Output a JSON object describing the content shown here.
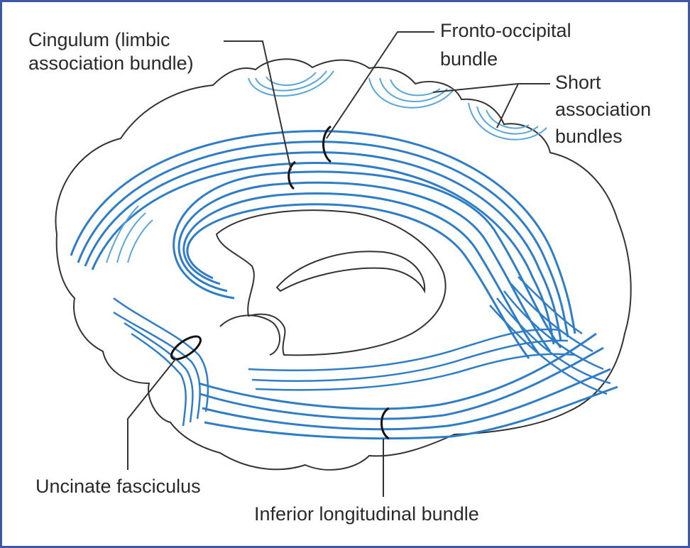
{
  "labels": {
    "cingulum_line1": "Cingulum (limbic",
    "cingulum_line2": "association bundle)",
    "fronto_line1": "Fronto-occipital",
    "fronto_line2": "bundle",
    "short_line1": "Short",
    "short_line2": "association",
    "short_line3": "bundles",
    "uncinate": "Uncinate fasciculus",
    "inferior": "Inferior longitudinal bundle"
  },
  "colors": {
    "fiber": "#2f7dc6",
    "fiber_light": "#5aa6d8",
    "outline": "#333333",
    "frame": "#3d56a6"
  }
}
